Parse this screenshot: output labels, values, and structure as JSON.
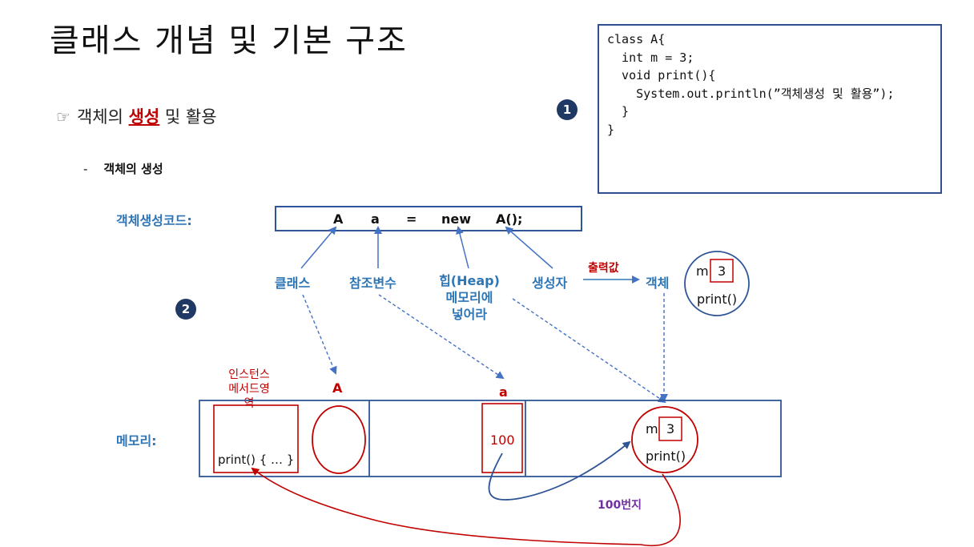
{
  "title": "클래스 개념 및 기본 구조",
  "subtitle": {
    "hand": "☞",
    "prefix": "객체의 ",
    "highlight": "생성",
    "suffix": " 및 활용"
  },
  "sub_bullet": {
    "dash": "-",
    "text": "객체의 생성"
  },
  "code_box": {
    "lines": [
      "class A{",
      "",
      "  int m = 3;",
      "",
      "  void print(){",
      "    System.out.println(”객체생성 및 활용”);",
      "  }",
      "",
      "}"
    ]
  },
  "steps": {
    "one": "1",
    "two": "2"
  },
  "code_label": "객체생성코드:",
  "code_tokens": {
    "class": "A",
    "ref": "a",
    "eq": "=",
    "new": "new",
    "ctor": "A();"
  },
  "labels": {
    "class": "클래스",
    "ref_var": "참조변수",
    "heap_1": "힙(Heap)",
    "heap_2": "메모리에",
    "heap_3": "넣어라",
    "constructor": "생성자",
    "output_value": "출력값",
    "object": "객체"
  },
  "object_top": {
    "field": "m",
    "value": "3",
    "method": "print()"
  },
  "memory": {
    "label": "메모리:",
    "instance_area_1": "인스턴스",
    "instance_area_2": "메서드영역",
    "class_marker": "A",
    "ref_marker": "a",
    "method_code": "print() { … }",
    "ref_value": "100",
    "object": {
      "field": "m",
      "value": "3",
      "method": "print()"
    },
    "address": "100번지"
  },
  "colors": {
    "accent_blue": "#2e75b6",
    "dark_blue": "#2f5597",
    "red": "#c00000",
    "purple": "#7030a0"
  }
}
